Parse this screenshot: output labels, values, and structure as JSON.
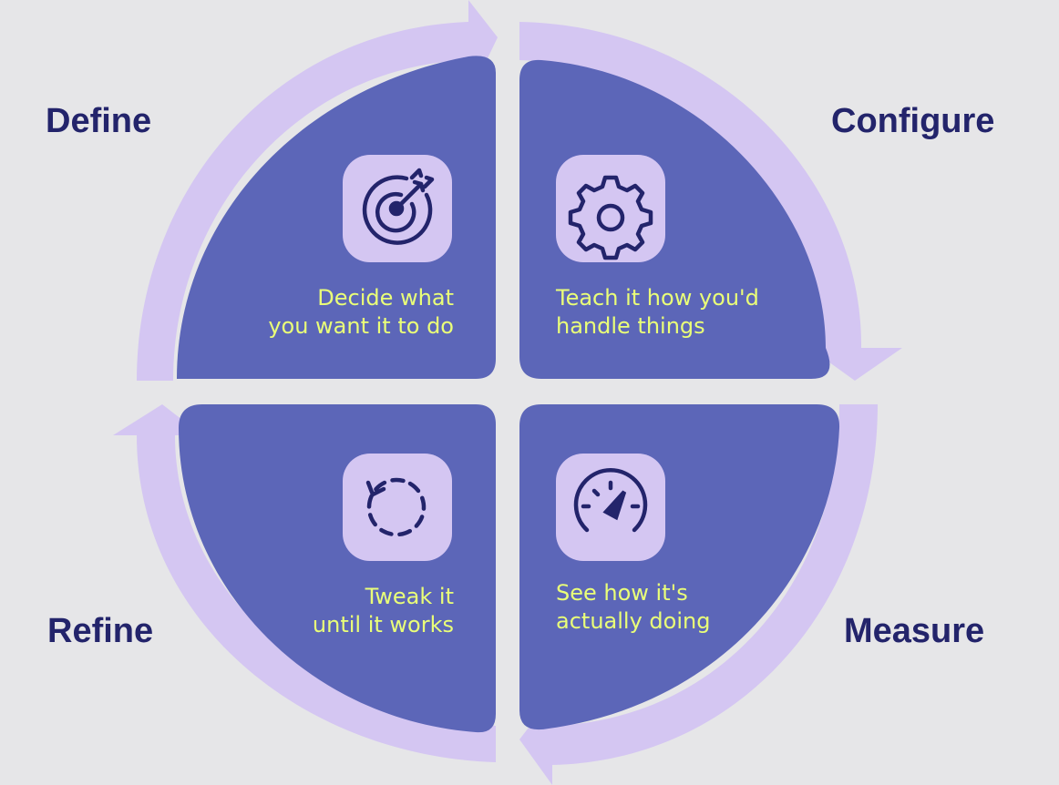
{
  "colors": {
    "background": "#e6e6e8",
    "quadrant_fill": "#5c66b8",
    "arrow_ring": "#d4c6f2",
    "icon_tile": "#d4c6f2",
    "icon_stroke": "#23246b",
    "title_text": "#23246b",
    "caption_text": "#eaff78"
  },
  "stages": [
    {
      "title": "Define",
      "caption_lines": [
        "Decide what",
        "you want it to do"
      ],
      "icon": "target-icon"
    },
    {
      "title": "Configure",
      "caption_lines": [
        "Teach it how you'd",
        "handle things"
      ],
      "icon": "gear-icon"
    },
    {
      "title": "Measure",
      "caption_lines": [
        "See how it's",
        "actually doing"
      ],
      "icon": "speedometer-icon"
    },
    {
      "title": "Refine",
      "caption_lines": [
        "Tweak it",
        "until it works"
      ],
      "icon": "refresh-dashed-icon"
    }
  ]
}
